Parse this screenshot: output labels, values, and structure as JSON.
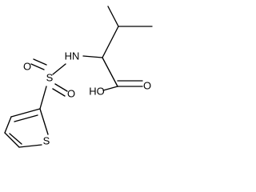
{
  "molecule": {
    "atoms": {
      "nh": "HN",
      "s_sulfonyl": "S",
      "o_upper": "O",
      "o_lower": "O",
      "s_ring": "S",
      "hydroxyl": "HO",
      "carbonyl_o": "O"
    },
    "colors": {
      "bond": "#000000",
      "label": "#000000",
      "background": "#ffffff"
    }
  }
}
